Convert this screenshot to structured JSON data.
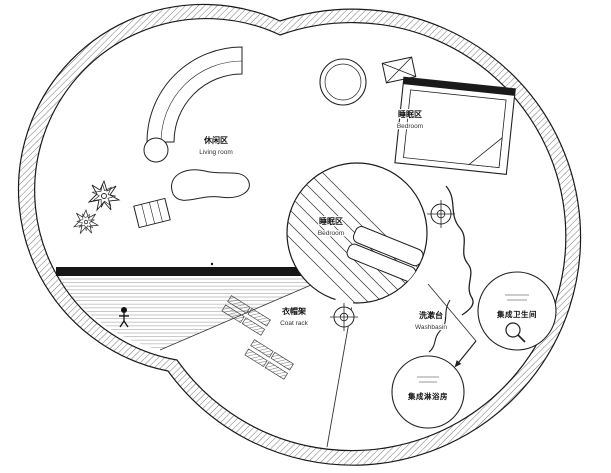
{
  "zones": {
    "living": {
      "zh": "休闲区",
      "en": "Living room"
    },
    "bedroom_top": {
      "zh": "睡眠区",
      "en": "Bedroom"
    },
    "bedroom_center": {
      "zh": "睡眠区",
      "en": "Bedroom"
    },
    "coat_rack": {
      "zh": "衣帽架",
      "en": "Coat rack"
    },
    "washbasin": {
      "zh": "洗漱台",
      "en": "Washbasin"
    }
  },
  "pods": {
    "bathroom": {
      "label": "集成卫生间"
    },
    "shower": {
      "label": "集成淋浴房"
    }
  },
  "colors": {
    "wall_line": "#1a1a1a",
    "wall_hatch": "#777777",
    "deck_hatch": "#9a9a9a",
    "background": "#ffffff"
  }
}
